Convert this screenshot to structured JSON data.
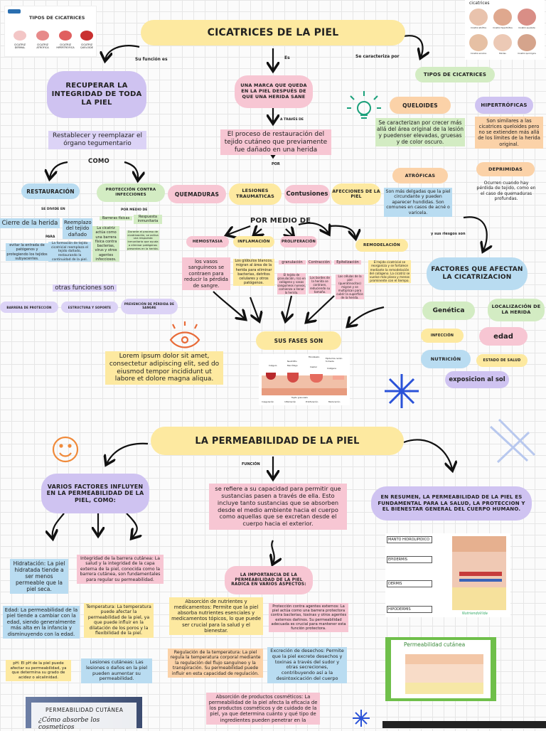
{
  "top_left": {
    "labels": [
      "CICATRIZ\nDERMAL",
      "CICATRIZ\nATRÓFICA",
      "CICATRIZ\nHIPERTRÓFICA",
      "CICATRIZ\nQUELOIDE"
    ],
    "title": "TIPOS DE CICATRICES"
  },
  "top_right": {
    "title": "cicatrices",
    "labels": [
      "Cicatriz atrófica",
      "Cicatriz hipertrófica",
      "Cicatriz queloide",
      "Cicatriz acnéica",
      "Estrías",
      "Cicatriz quirúrgica"
    ]
  },
  "s1": {
    "title": "CICATRICES DE LA PIEL",
    "conn_funcion": "Su función es",
    "conn_es": "Es",
    "conn_caracteriza": "Se caracteriza por",
    "recuperar": "RECUPERAR LA INTEGRIDAD DE TODA LA PIEL",
    "restablecer": "Restablecer y reemplazar el órgano tegumentario",
    "como": "COMO",
    "restauracion": "RESTAURACIÓN",
    "se_divide": "SE DIVIDE EN",
    "cierre": "Cierre de la herida",
    "reemplazo": "Reemplazo del tejido dañado",
    "para": "PARA",
    "evitar": "evitar la entrada de patógenos y protegiendo los tejidos subyacentes.",
    "formacion": "La formación de tejido cicatricial reemplaza el tejido dañado, restaurando la continuidad de la piel.",
    "proteccion": "PROTECCIÓN CONTRA INFECCIONES",
    "por_medio_de_small": "POR MEDIO DE",
    "barreras": "Barreras físicas",
    "respuesta": "Respuesta inmunitaria",
    "cicatriz_actua": "La cicatriz actúa como una barrera física contra bacterias, virus y otros agentes infecciosos.",
    "durante": "Durante el proceso de cicatrización, se activa una respuesta inmunitaria que ayuda a eliminar patógenos presentes en la herida.",
    "otras": "otras funciones son",
    "barrera": "BARRERA DE PROTECCIÓN",
    "estructura": "ESTRUCTURA Y SOPORTE",
    "prevencion": "PREVENCIÓN DE PÉRDIDA DE SANGRE",
    "marca": "UNA MARCA QUE QUEDA EN LA PIEL DESPUÉS DE QUE UNA HERIDA SANE",
    "a_traves": "A TRAVÉS DE",
    "proceso": "El proceso de restauración del tejido cutáneo que previamente fue dañado en una herida",
    "por": "POR",
    "quemaduras": "QUEMADURAS",
    "lesiones": "LESIONES TRAUMATICAS",
    "contusiones": "Contusiones",
    "afecciones": "AFECCIONES DE LA PIEL",
    "por_medio_de": "POR MEDIO DE",
    "hemostasia": "HEMOSTASIA",
    "vasos": "los vasos sanguíneos se contraen para reducir la pérdida de sangre.",
    "inflamacion": "INFLAMACIÓN",
    "globulos": "Los glóbulos blancos, migran al área de la herida para eliminar bacterias, detritos celulares y otros patógenos.",
    "proliferacion": "PROLIFERACIÓN",
    "granulacion": "granulación",
    "contraccion": "Contracción",
    "epitelizacion": "Epitelización",
    "gran_t": "El tejido de granulación, rico en colágeno y vasos sanguíneos nuevos, comienza a llenar la herida.",
    "bordes": "Los bordes de la herida se contraen, reduciendo su tamaño.",
    "celulas": "Las células de la piel (queratinocitos) migran y se multiplican para cubrir la superficie de la herida.",
    "remodelacion": "REMODELACIÓN",
    "tejido_cicatricial": "El tejido cicatricial se reorganiza y se fortalece mediante la remodelación del colágeno. La cicatriz se vuelve más plana y menos prominente con el tiempo.",
    "sus_fases": "SUS FASES SON",
    "lorem": "Lorem ipsum dolor sit amet, consectetur adipiscing elit, sed do eiusmod tempor incididunt ut labore et dolore magna aliqua.",
    "tipos": "TIPOS DE CICATRICES",
    "queloides": "QUELOIDES",
    "queloides_t": "Se caracterizan por crecer más allá del área original de la lesión y puedenser elevadas, gruesas y de color oscuro.",
    "hipertroficas": "HIPERTRÓFICAS",
    "hipertroficas_t": "Son similares a las cicatrices queloides pero no se extienden más allá de los límites de la herida original.",
    "atroficas": "ATRÓFICAS",
    "atroficas_t": "Son más delgadas que la piel circundante y pueden aparecer hundidas. Son comunes en casos de acné o varicela.",
    "deprimidas": "DEPRIMIDAS",
    "deprimidas_t": "Ocurren cuando hay pérdida de tejido, como en el caso de quemaduras profundas.",
    "riesgos": "y sus riesgos son",
    "factores": "FACTORES QUE AFECTAN LA CICATRIZACION",
    "genetica": "Genética",
    "localizacion": "LOCALIZACIÓN DE LA HERIDA",
    "infeccion": "INFECCIÓN",
    "edad": "edad",
    "nutricion": "NUTRICIÓN",
    "estado": "ESTADO DE SALUD",
    "exposicion": "exposicion al sol",
    "diagram_labels": [
      "Coágulo",
      "Neutrófilo",
      "Macrófago",
      "Fibroblasto",
      "Epidermis recién formada",
      "Capilar",
      "Colágeno"
    ],
    "diagram_bottom": [
      "Coagulación",
      "Inflamación",
      "Proliferación",
      "Maduración"
    ],
    "diagram_tejido": "Tejido granulado"
  },
  "s2": {
    "title": "LA PERMEABILIDAD DE LA PIEL",
    "funcion": "FUNCIÓN",
    "varios": "VARIOS FACTORES INFLUYEN EN LA PERMEABILIDAD DE LA PIEL, COMO:",
    "refiere": "se refiere a su capacidad para permitir que sustancias pasen a través de ella. Esto incluye tanto sustancias que se absorben desde el medio ambiente hacia el cuerpo como aquellas que se excretan desde el cuerpo hacia el exterior.",
    "resumen": "EN RESUMEN, LA PERMEABILIDAD DE LA PIEL ES FUNDAMENTAL PARA LA SALUD, LA PROTECCION Y EL BIENESTAR GENERAL DEL CUERPO HUMANO.",
    "hidratacion": "Hidratación: La piel hidratada tiende a ser menos permeable que la piel seca.",
    "edad2": "Edad: La permeabilidad de la piel tiende a cambiar con la edad, siendo generalmente más alta en la infancia y disminuyendo con la edad.",
    "ph": "pH: El pH de la piel puede afectar su permeabilidad, ya que determina su grado de acidez o alcalinidad.",
    "integridad": "Integridad de la barrera cutánea: La salud y la integridad de la capa externa de la piel, conocida como la barrera cutánea, son fundamentales para regular su permeabilidad.",
    "temperatura": "Temperatura: La temperatura puede afectar la permeabilidad de la piel, ya que puede influir en la dilatación de los poros y la flexibilidad de la piel.",
    "lesiones2": "Lesiones cutáneas: Las lesiones o daños en la piel pueden aumentar su permeabilidad.",
    "importancia": "LA IMPORTANCIA DE LA PERMEABILIDAD DE LA PIEL RADICA EN VARIOS ASPECTOS:",
    "absorcion": "Absorción de nutrientes y medicamentos: Permite que la piel absorba nutrientes esenciales y medicamentos tópicos, lo que puede ser crucial para la salud y el bienestar.",
    "proteccion2": "Protección contra agentes externos: La piel actúa como una barrera protectora contra bacterias, toxinas y otros agentes externos dañinos. Su permeabilidad adecuada es crucial para mantener esta función protectora.",
    "regulacion": "Regulación de la temperatura: La piel regula la temperatura corporal mediante la regulación del flujo sanguíneo y la transpiración. Su permeabilidad puede influir en esta capacidad de regulación.",
    "excrecion": "Excreción de desechos: Permite que la piel excrete desechos y toxinas a través del sudor y otras secreciones, contribuyendo así a la desintoxicación del cuerpo",
    "productos": "Absorción de productos cosméticos: La permeabilidad de la piel afecta la eficacia de los productos cosméticos y de cuidado de la piel, ya que determina cuánto y qué tipo de ingredientes pueden penetrar en la",
    "layers": [
      "MANTO HIDROLIPIDICO",
      "EPIDERMIS",
      "DERMIS",
      "HIPODERMIS"
    ],
    "nutrienciaviva": "NutriendoVida",
    "perm_cut": "Permeabilidad cutánea",
    "book_title": "PERMEABILIDAD CUTÁNEA",
    "book_sub": "¿Cómo absorbe los cosmeticos"
  },
  "colors": {
    "yellow": "#fde9a0",
    "purple": "#cfc3f1",
    "pink": "#f7c6d3",
    "blue": "#b9dcf1",
    "green": "#d3ecc3",
    "orange": "#fbd2a8"
  }
}
